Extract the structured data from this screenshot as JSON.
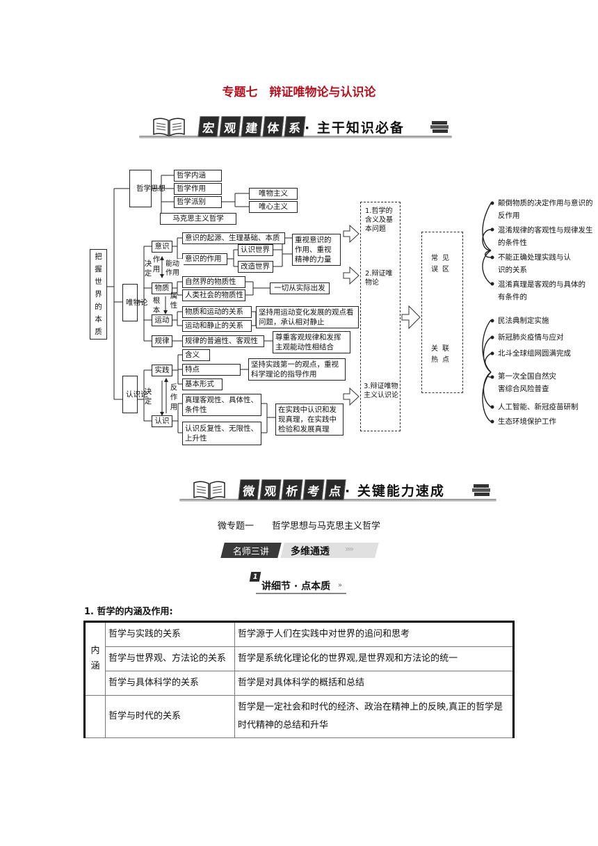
{
  "title": "专题七　辩证唯物论与认识论",
  "banner1": {
    "tiles": [
      "宏",
      "观",
      "建",
      "体",
      "系"
    ],
    "subtitle": "· 主干知识必备"
  },
  "banner2": {
    "tiles": [
      "微",
      "观",
      "析",
      "考",
      "点"
    ],
    "subtitle": "· 关键能力速成"
  },
  "mindmap": {
    "root": "把握世界的本质",
    "philosophy_branch": "哲学思想",
    "philosophy_items": [
      "哲学内涵",
      "哲学作用",
      "哲学派别"
    ],
    "schools": [
      "唯物主义",
      "唯心主义"
    ],
    "marxism": "马克思主义哲学",
    "materialism_branch": "唯物论",
    "consciousness": "意识",
    "consciousness_items": [
      "意识的起源、生理基础、本质",
      "意识的作用"
    ],
    "consciousness_effects": [
      "认识世界",
      "改造世界"
    ],
    "consciousness_power": "重视意识的作用、重视精神的力量",
    "decides_label": "决定",
    "acts_label": "作用",
    "active_label": "能动作用",
    "matter": "物质",
    "matter_items": [
      "自然界的物质性",
      "人类社会的物质性"
    ],
    "matter_principle": "一切从实际出发",
    "root_label": "根本",
    "attribute_label": "属性",
    "motion": "运动",
    "motion_items": [
      "物质和运动的关系",
      "运动和静止的关系"
    ],
    "motion_principle": "坚持用运动变化发展的观点看问题，承认相对静止",
    "law": "规律",
    "law_item": "规律的普遍性、客观性",
    "law_principle": "尊重客观规律和发挥主观能动性相结合",
    "epistemology_branch": "认识论",
    "practice": "实践",
    "practice_items": [
      "含义",
      "特点",
      "基本形式"
    ],
    "practice_principle": "坚持实践第一的观点，重视科学理论的指导作用",
    "react_label": "反作用",
    "cognition": "认识",
    "cognition_items": [
      "真理客观性、具体性、条件性",
      "认识反复性、无限性、上升性"
    ],
    "cognition_principle": "在实践中认识和发现真理，在实践中检验和发展真理",
    "middle_items": [
      "1.哲学的含义及基本问题",
      "2.辩证唯物论",
      "3.辩证唯物主义认识论"
    ],
    "misconception_title": "常见误区",
    "hotspot_title": "关联热点",
    "misconceptions": [
      "颠倒物质的决定作用与意识的反作用",
      "混淆规律的客观性与规律发生的条件性",
      "不能正确处理实践与认识的关系",
      "混淆真理是客观的与具体的有条件的"
    ],
    "hotspots": [
      "民法典制定实施",
      "新冠肺炎疫情与应对",
      "北斗全球组网圆满完成",
      "第一次全国自然灾害综合风险普查",
      "人工智能、新冠疫苗研制",
      "生态环境保护工作"
    ]
  },
  "subtopic": "微专题一　　哲学思想与马克思主义哲学",
  "tag_master": {
    "dark": "名师三讲",
    "light": "多维通透",
    "arrows": "››››"
  },
  "tag_lecture": {
    "num": "1",
    "text": "讲细节 · 点本质",
    "suffix": "»"
  },
  "section1": "1. 哲学的内涵及作用:",
  "table": {
    "group_label": "内涵",
    "rows": [
      {
        "topic": "哲学与实践的关系",
        "content": "哲学源于人们在实践中对世界的追问和思考"
      },
      {
        "topic": "哲学与世界观、方法论的关系",
        "content": "哲学是系统化理论化的世界观,是世界观和方法论的统一"
      },
      {
        "topic": "哲学与具体科学的关系",
        "content": "哲学是对具体科学的概括和总结"
      },
      {
        "topic": "哲学与时代的关系",
        "content": "哲学是一定社会和时代的经济、政治在精神上的反映,真正的哲学是时代精神的总结和升华"
      }
    ]
  }
}
